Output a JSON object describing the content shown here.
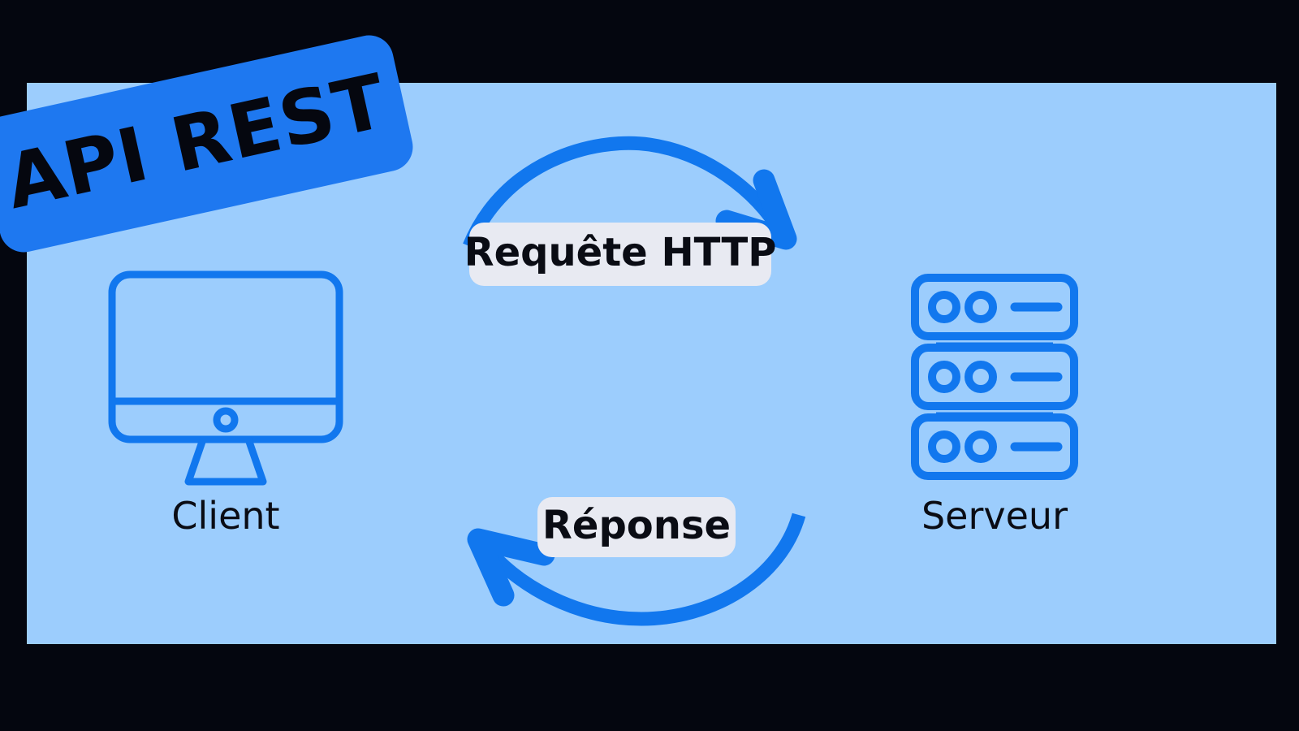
{
  "meta": {
    "title": "API REST — schéma client / serveur",
    "background_color": "#04060f",
    "panel_color": "#9ccdfd",
    "accent_blue": "#1177ee",
    "badge_blue": "#1e78f0",
    "chip_gray": "#e8eaf2",
    "text_black": "#0a0c14"
  },
  "badge": {
    "label": "API REST",
    "rotation_deg": -12.5
  },
  "nodes": [
    {
      "id": "client",
      "label": "Client",
      "icon": "desktop-monitor-icon"
    },
    {
      "id": "server",
      "label": "Serveur",
      "icon": "server-rack-icon",
      "rack_units": 3,
      "leds_per_unit": 2
    }
  ],
  "arrows": [
    {
      "id": "request",
      "label": "Requête HTTP",
      "direction": "client-to-server",
      "shape": "arc-over",
      "color": "#1177ee"
    },
    {
      "id": "response",
      "label": "Réponse",
      "direction": "server-to-client",
      "shape": "arc-under",
      "color": "#1177ee"
    }
  ]
}
